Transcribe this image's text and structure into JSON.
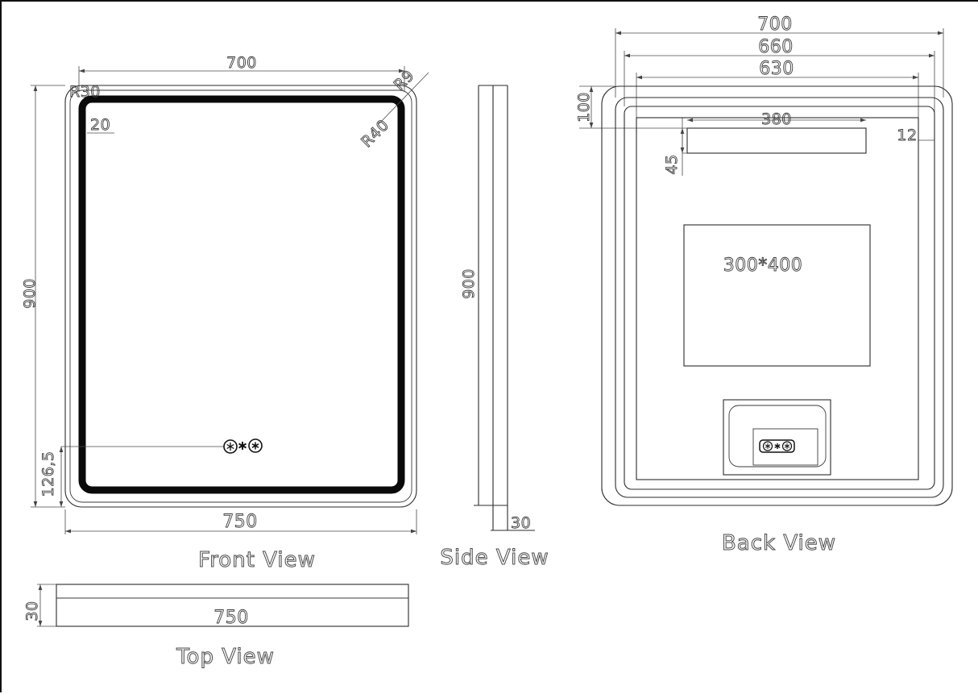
{
  "front_view": {
    "label": "Front View",
    "dims": {
      "width_top": "700",
      "width_bottom": "750",
      "height": "900",
      "corner_tl": "R30",
      "inset": "20",
      "corner_tr_inner": "R40",
      "corner_tr_outer": "R9",
      "sensor_offset": "126,5"
    },
    "icons": [
      {
        "name": "light-button"
      },
      {
        "name": "defog-icon"
      },
      {
        "name": "power-button"
      }
    ]
  },
  "side_view": {
    "label": "Side View",
    "dims": {
      "height": "900",
      "thickness": "30"
    }
  },
  "back_view": {
    "label": "Back View",
    "dims": {
      "width_1": "700",
      "width_2": "660",
      "width_3": "630",
      "top_offset": "100",
      "strip_width": "380",
      "right_gap": "12",
      "strip_drop": "45"
    },
    "plate_size": "300*400"
  },
  "top_view": {
    "label": "Top View",
    "dims": {
      "width": "750",
      "thickness": "30"
    }
  }
}
